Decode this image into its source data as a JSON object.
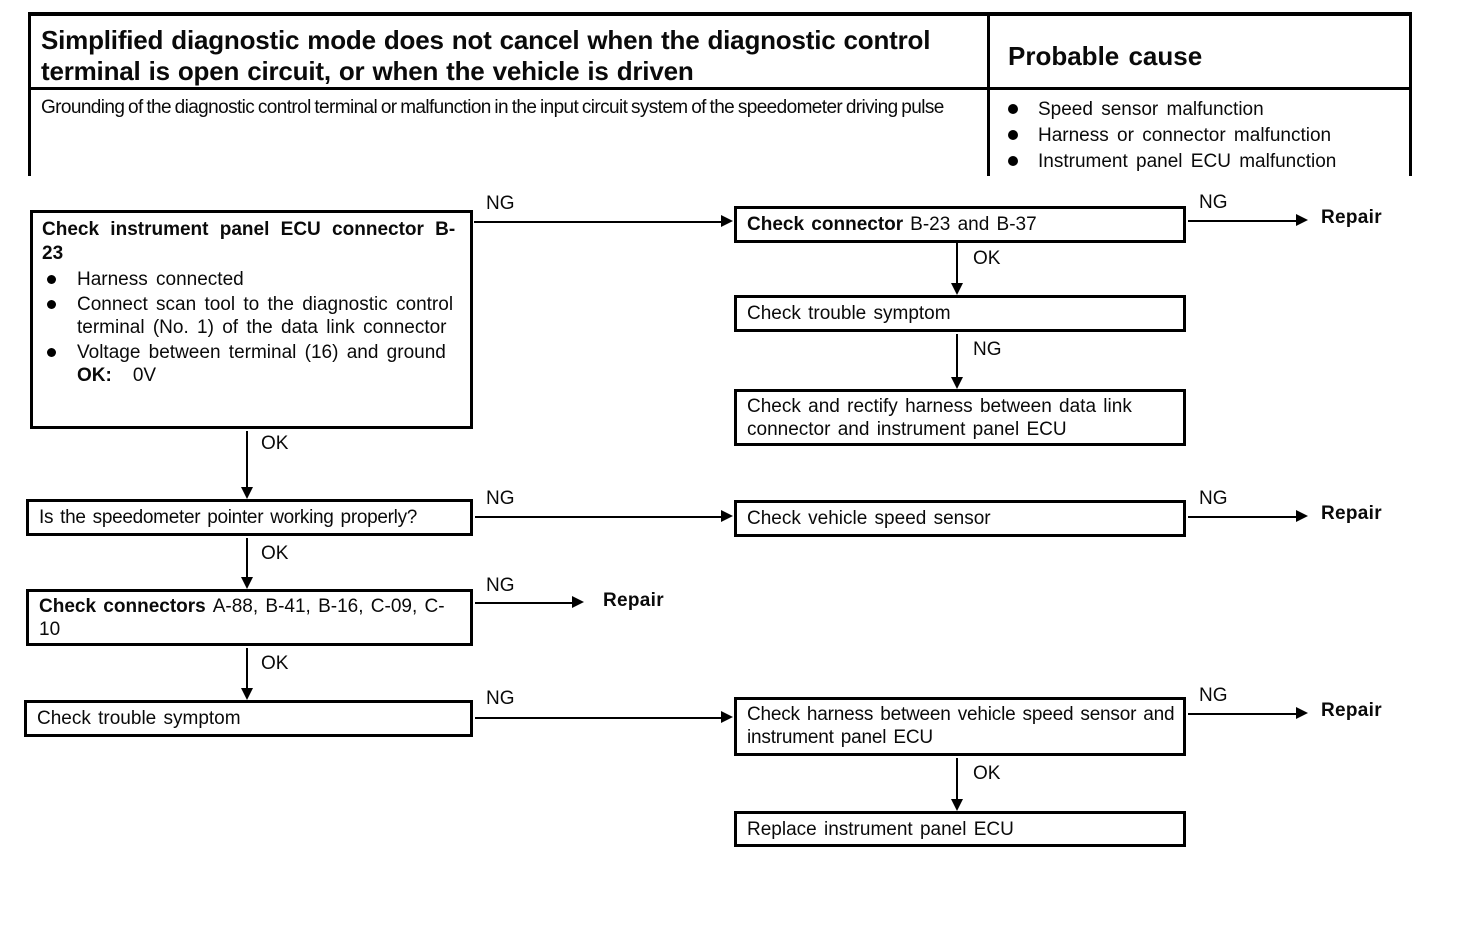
{
  "header": {
    "title": "Simplified diagnostic mode does not cancel when the diagnostic control terminal is open circuit, or when the vehicle is driven",
    "probable_cause_label": "Probable cause",
    "description": "Grounding of the diagnostic control terminal or malfunction in the input circuit system of the speedometer driving pulse",
    "causes": [
      "Speed sensor malfunction",
      "Harness or connector malfunction",
      "Instrument panel ECU malfunction"
    ]
  },
  "labels": {
    "ng": "NG",
    "ok": "OK",
    "repair": "Repair"
  },
  "flow": {
    "check_ecu_connector": {
      "title": "Check instrument panel ECU connector B-23",
      "bullets": [
        "Harness connected",
        "Connect scan tool to the diagnostic control terminal (No. 1) of the data link connector",
        "Voltage between terminal (16) and ground"
      ],
      "ok_label": "OK:",
      "ok_value": "0V"
    },
    "check_connector_b23_b37": {
      "bold": "Check connector",
      "rest": "B-23 and B-37"
    },
    "check_trouble_symptom_1": {
      "text": "Check trouble symptom"
    },
    "rectify_harness": {
      "text": "Check and rectify harness between data link connector and instrument panel ECU"
    },
    "speedometer_question": {
      "text": "Is the speedometer pointer working properly?"
    },
    "check_speed_sensor": {
      "text": "Check vehicle speed sensor"
    },
    "check_connectors_list": {
      "bold": "Check connectors",
      "rest": "A-88, B-41, B-16, C-09, C-10"
    },
    "check_trouble_symptom_2": {
      "text": "Check trouble symptom"
    },
    "check_harness_vss": {
      "text": "Check harness between vehicle speed sensor and instrument panel ECU"
    },
    "replace_ecu": {
      "text": "Replace instrument panel ECU"
    }
  }
}
